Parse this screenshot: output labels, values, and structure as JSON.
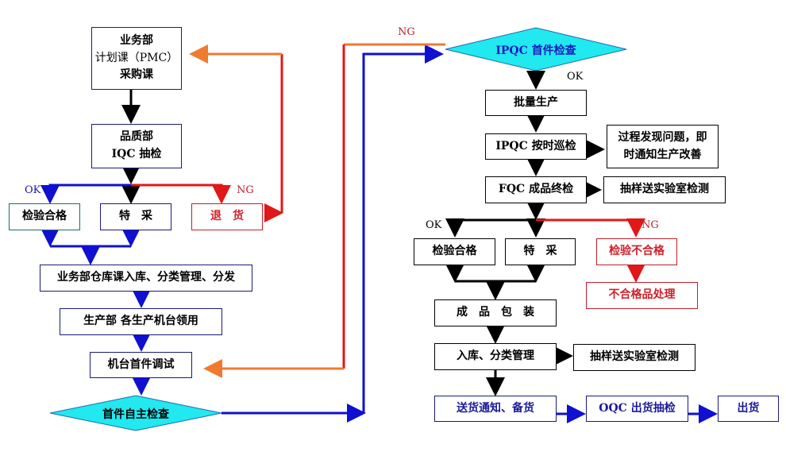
{
  "colors": {
    "black_flow": "#000000",
    "blue_flow": "#1010d0",
    "red_flow": "#e01818",
    "orange_flow": "#f07a30",
    "decision_fill": "#22e8f0"
  },
  "left": {
    "planning": [
      "业务部",
      "计划课（PMC）",
      "采购课"
    ],
    "iqc": [
      "品质部",
      "IQC 抽检"
    ],
    "ok_label": "OK",
    "ng_label": "NG",
    "pass": "检验合格",
    "special": "特　采",
    "return": "退　货",
    "warehouse": "业务部仓库课入库、分类管理、分发",
    "production": "生产部 各生产机台领用",
    "machine_debug": "机台首件调试",
    "self_check": "首件自主检查"
  },
  "right": {
    "ng_label": "NG",
    "ipqc_first": "IPQC 首件检查",
    "ok_label": "OK",
    "mass_production": "批量生产",
    "ipqc_patrol": "IPQC 按时巡检",
    "patrol_note": [
      "过程发现问题，即",
      "时通知生产改善"
    ],
    "fqc": "FQC  成品终检",
    "fqc_note": "抽样送实验室检测",
    "ok2_label": "OK",
    "ng2_label": "NG",
    "pass2": "检验合格",
    "special2": "特　采",
    "fail": "检验不合格",
    "fail_handle": "不合格品处理",
    "packing": "成　品　包　装",
    "storage": "入库、分类管理",
    "storage_note": "抽样送实验室检测",
    "delivery_notice": "送货通知、备货",
    "oqc": "OQC  出货抽检",
    "shipment": "出货"
  }
}
